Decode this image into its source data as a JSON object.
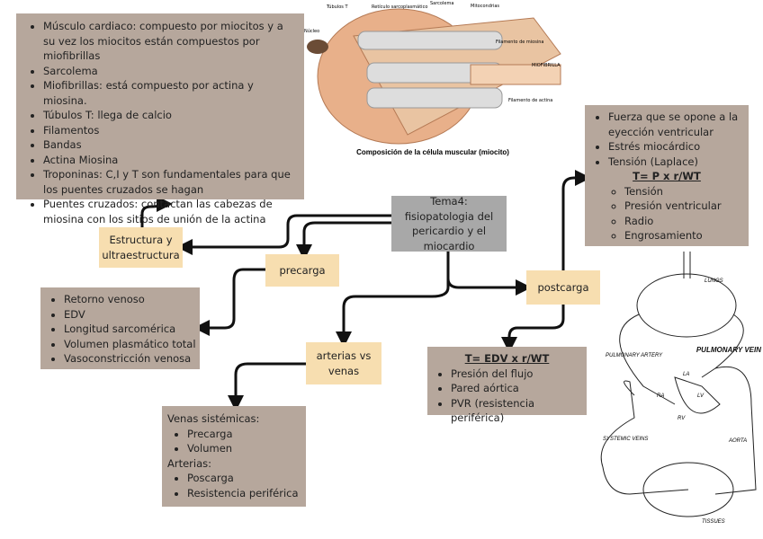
{
  "central": {
    "label": "Tema4: fisiopatologia del pericardio y el miocardio"
  },
  "estructura": {
    "label": "Estructura y ultraestructura",
    "items": [
      "Músculo cardiaco: compuesto por miocitos y a su vez los miocitos están compuestos por miofibrillas",
      "Sarcolema",
      "Miofibrillas: está compuesto por actina y miosina.",
      "Túbulos T: llega de calcio",
      "Filamentos",
      "Bandas",
      "Actina Miosina",
      "Troponinas: C,I y T son fundamentales para que los puentes cruzados se hagan",
      "Puentes cruzados: contactan las cabezas de miosina con los sitios de unión de la actina"
    ]
  },
  "precarga": {
    "label": "precarga",
    "items": [
      "Retorno venoso",
      "EDV",
      "Longitud sarcomérica",
      "Volumen plasmático total",
      "Vasoconstricción venosa"
    ]
  },
  "arterias": {
    "label": "arterias vs venas",
    "venas_title": "Venas sistémicas:",
    "venas_items": [
      "Precarga",
      "Volumen"
    ],
    "arterias_title": "Arterias:",
    "arterias_items": [
      "Poscarga",
      "Resistencia periférica"
    ]
  },
  "postcarga": {
    "label": "postcarga",
    "edv_title": "T= EDV x r/WT",
    "edv_items": [
      "Presión del flujo",
      "Pared aórtica",
      "PVR (resistencia periférica)"
    ],
    "top_items": [
      "Fuerza que se opone a la eyección ventricular",
      "Estrés miocárdico",
      "Tensión (Laplace)"
    ],
    "formula": "T= P x r/WT",
    "sub_items": [
      "Tensión",
      "Presión ventricular",
      "Radio",
      "Engrosamiento"
    ]
  },
  "images": {
    "muscle_caption": "Composición de la célula muscular (miocito)",
    "muscle_labels": [
      "Túbulos T",
      "Retículo sarcoplasmático",
      "Sarcolema",
      "Mitocondrias",
      "Núcleo",
      "Filamento de miosina",
      "MIOFIBRILLA",
      "Filamento de actina"
    ],
    "circ_labels": [
      "LUNGS",
      "PULMONARY ARTERY",
      "PULMONARY VEIN",
      "LA",
      "RA",
      "LV",
      "RV",
      "SYSTEMIC VEINS",
      "AORTA",
      "TISSUES"
    ]
  }
}
